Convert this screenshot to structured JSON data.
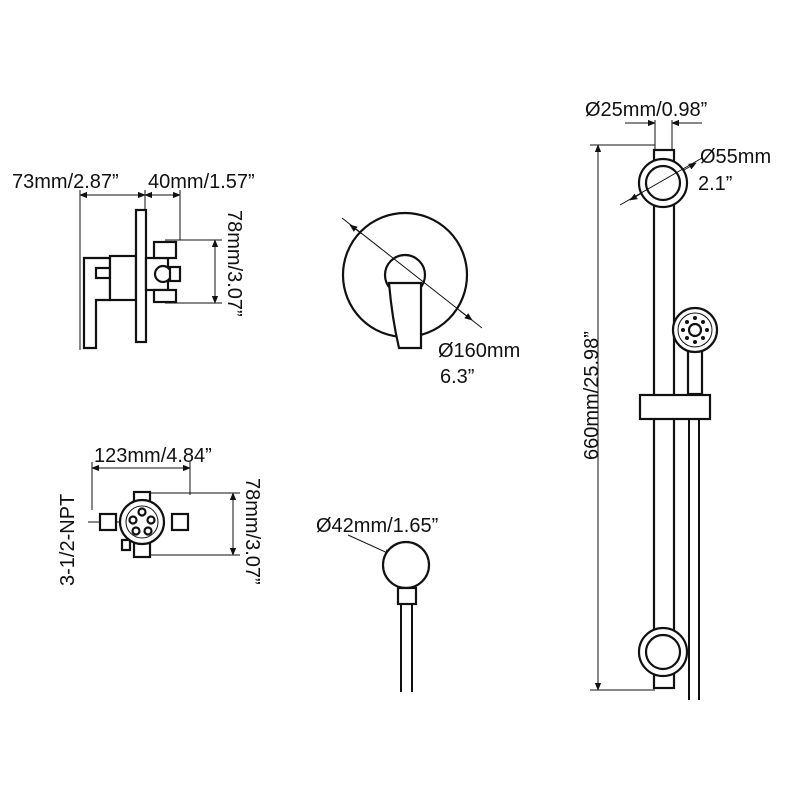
{
  "colors": {
    "line": "#111111",
    "background": "#ffffff"
  },
  "dimensions": {
    "valve_depth_back": "73mm/2.87”",
    "valve_depth_front": "40mm/1.57”",
    "valve_height": "78mm/3.07”",
    "trim_plate_diameter_mm": "Ø160mm",
    "trim_plate_diameter_in": "6.3”",
    "rough_in_width": "123mm/4.84”",
    "rough_in_height": "78mm/3.07”",
    "rough_in_connection": "3-1/2-NPT",
    "outlet_diameter": "Ø42mm/1.65”",
    "rail_diameter": "Ø25mm/0.98”",
    "bracket_diameter_mm": "Ø55mm",
    "bracket_diameter_in": "2.1”",
    "rail_length": "660mm/25.98”"
  }
}
